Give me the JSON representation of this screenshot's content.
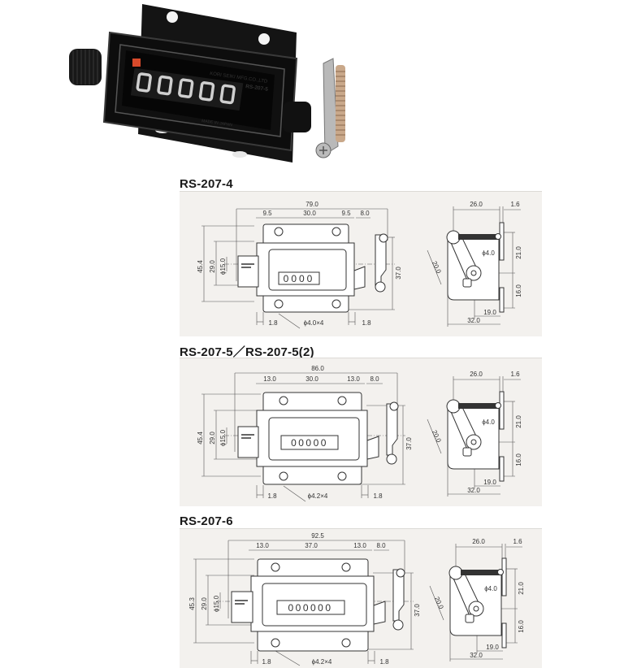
{
  "photo": {
    "alt": "Black stroke counter with 5-digit display, knurled reset knob and spring-loaded lever",
    "display_digits": "00000",
    "label_model": "RS-207-5",
    "label_origin": "MADE IN JAPAN",
    "accent_color": "#e0462a"
  },
  "models": [
    {
      "title": "RS-207-4",
      "front": {
        "overall_width": "79.0",
        "seg_left": "9.5",
        "seg_center": "30.0",
        "seg_right": "9.5",
        "seg_lever": "8.0",
        "height_overall": "45.4",
        "height_body": "29.0",
        "knob_dia": "ϕ15.0",
        "height_lever": "37.0",
        "offset_left": "1.8",
        "offset_right": "1.8",
        "holes": "ϕ4.0×4",
        "digits": "0000"
      },
      "side": {
        "spring_len": "26.0",
        "plate_thk": "1.6",
        "arm_len": "20.0",
        "pin_dia": "ϕ4.0",
        "upper": "21.0",
        "lower": "16.0",
        "pin_offset": "19.0",
        "depth": "32.0"
      }
    },
    {
      "title": "RS-207-5／RS-207-5(2)",
      "front": {
        "overall_width": "86.0",
        "seg_left": "13.0",
        "seg_center": "30.0",
        "seg_right": "13.0",
        "seg_lever": "8.0",
        "height_overall": "45.4",
        "height_body": "29.0",
        "knob_dia": "ϕ15.0",
        "height_lever": "37.0",
        "offset_left": "1.8",
        "offset_right": "1.8",
        "holes": "ϕ4.2×4",
        "digits": "00000"
      },
      "side": {
        "spring_len": "26.0",
        "plate_thk": "1.6",
        "arm_len": "20.0",
        "pin_dia": "ϕ4.0",
        "upper": "21.0",
        "lower": "16.0",
        "pin_offset": "19.0",
        "depth": "32.0"
      }
    },
    {
      "title": "RS-207-6",
      "front": {
        "overall_width": "92.5",
        "seg_left": "13.0",
        "seg_center": "37.0",
        "seg_right": "13.0",
        "seg_lever": "8.0",
        "height_overall": "45.3",
        "height_body": "29.0",
        "knob_dia": "ϕ15.0",
        "height_lever": "37.0",
        "offset_left": "1.8",
        "offset_right": "1.8",
        "holes": "ϕ4.2×4",
        "digits": "000000"
      },
      "side": {
        "spring_len": "26.0",
        "plate_thk": "1.6",
        "arm_len": "20.0",
        "pin_dia": "ϕ4.0",
        "upper": "21.0",
        "lower": "16.0",
        "pin_offset": "19.0",
        "depth": "32.0"
      }
    }
  ]
}
